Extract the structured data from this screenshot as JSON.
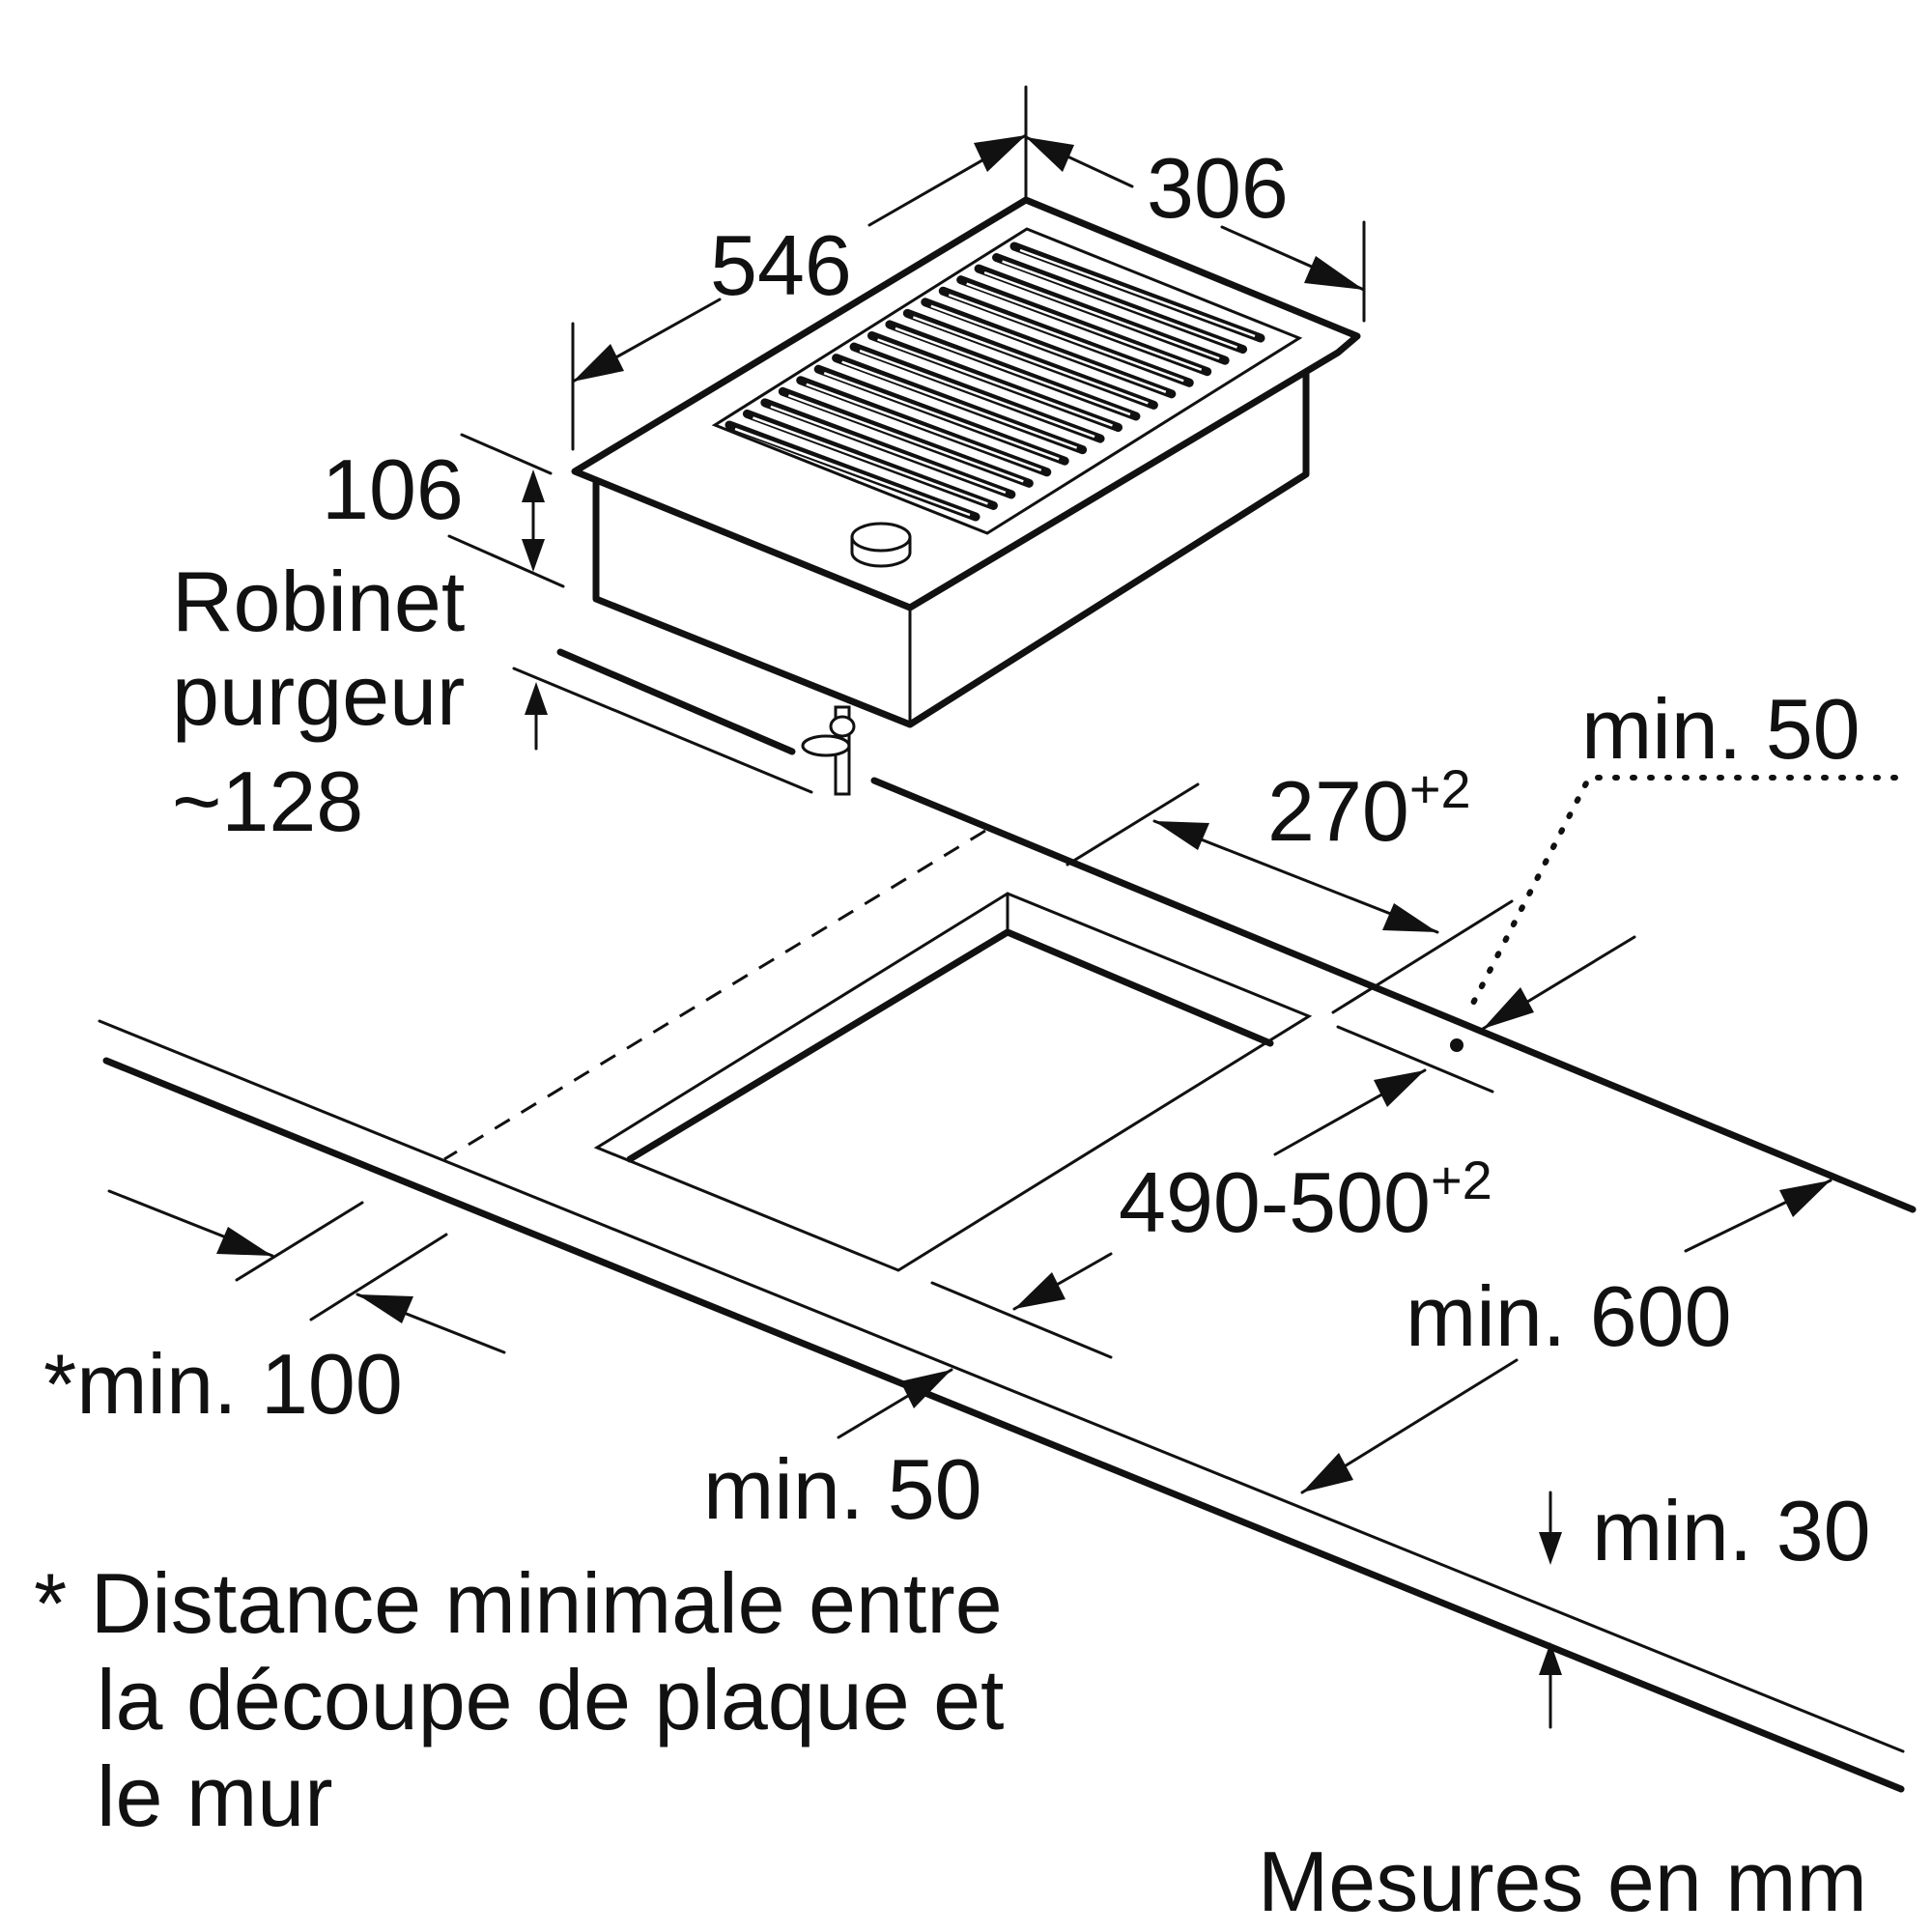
{
  "labels": {
    "width_306": "306",
    "depth_546": "546",
    "height_106": "106",
    "tap_line1": "Robinet",
    "tap_line2": "purgeur",
    "tap_line3": "~128",
    "cutout_270_base": "270",
    "cutout_270_sup": "+2",
    "cutout_490_base": "490-500",
    "cutout_490_sup": "+2",
    "min50_top": "min. 50",
    "min600": "min. 600",
    "min100": "*min. 100",
    "min50_bottom": "min. 50",
    "min30": "min. 30",
    "note_line1": "* Distance minimale entre",
    "note_line2": "la découpe de plaque et",
    "note_line3": "le mur",
    "units": "Mesures en mm"
  },
  "colors": {
    "ink": "#111111",
    "background": "#ffffff"
  }
}
